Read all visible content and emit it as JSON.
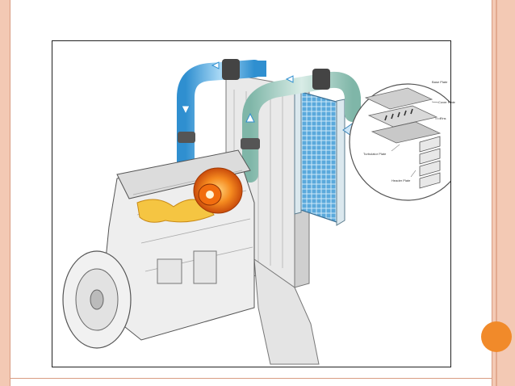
{
  "slide": {
    "accent": "#f18a2a",
    "border_color": "#f3c9b4"
  },
  "figure": {
    "subject": "engine-charge-air-cooler",
    "icons": [
      "engine-block-icon",
      "turbocharger-icon",
      "radiator-icon",
      "intercooler-icon",
      "airflow-arrow-icon"
    ],
    "detail_labels": {
      "a": "Base Plate",
      "b": "Cover Plate",
      "c": "Fins",
      "d": "Turbulator Plate",
      "e": "Header Plate"
    }
  }
}
